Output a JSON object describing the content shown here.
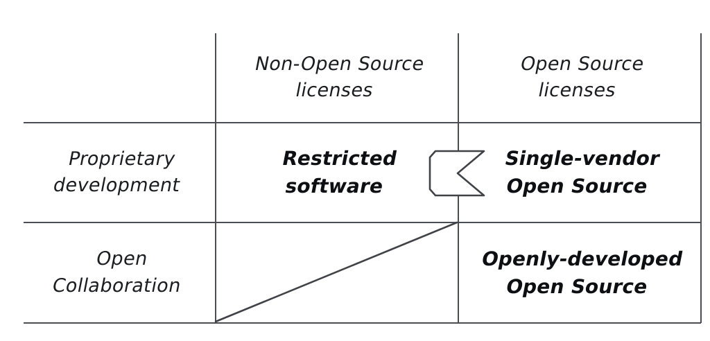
{
  "diagram": {
    "type": "2x2-matrix",
    "background_color": "#ffffff",
    "line_color": "#4a4d52",
    "text_color": "#16181c",
    "column_headers": [
      {
        "line1": "Non-Open Source",
        "line2": "licenses"
      },
      {
        "line1": "Open Source",
        "line2": "licenses"
      }
    ],
    "row_headers": [
      {
        "line1": "Proprietary",
        "line2": "development"
      },
      {
        "line1": "Open",
        "line2": "Collaboration"
      }
    ],
    "cells": [
      {
        "row": "Proprietary development",
        "column": "Non-Open Source licenses",
        "line1": "Restricted",
        "line2": "software",
        "empty": false
      },
      {
        "row": "Proprietary development",
        "column": "Open Source licenses",
        "line1": "Single-vendor",
        "line2": "Open Source",
        "empty": false
      },
      {
        "row": "Open Collaboration",
        "column": "Non-Open Source licenses",
        "line1": "",
        "line2": "",
        "empty": true
      },
      {
        "row": "Open Collaboration",
        "column": "Open Source licenses",
        "line1": "Openly-developed",
        "line2": "Open Source",
        "empty": false
      }
    ],
    "annotations": [
      {
        "name": "left-chevron-arrow",
        "shape": "double-chevron-outline",
        "direction": "left",
        "meaning": "Single-vendor Open Source points toward Restricted software"
      },
      {
        "name": "diagonal-strikethrough",
        "shape": "line",
        "meaning": "Open Collaboration with Non-Open Source licenses is not applicable"
      }
    ]
  }
}
